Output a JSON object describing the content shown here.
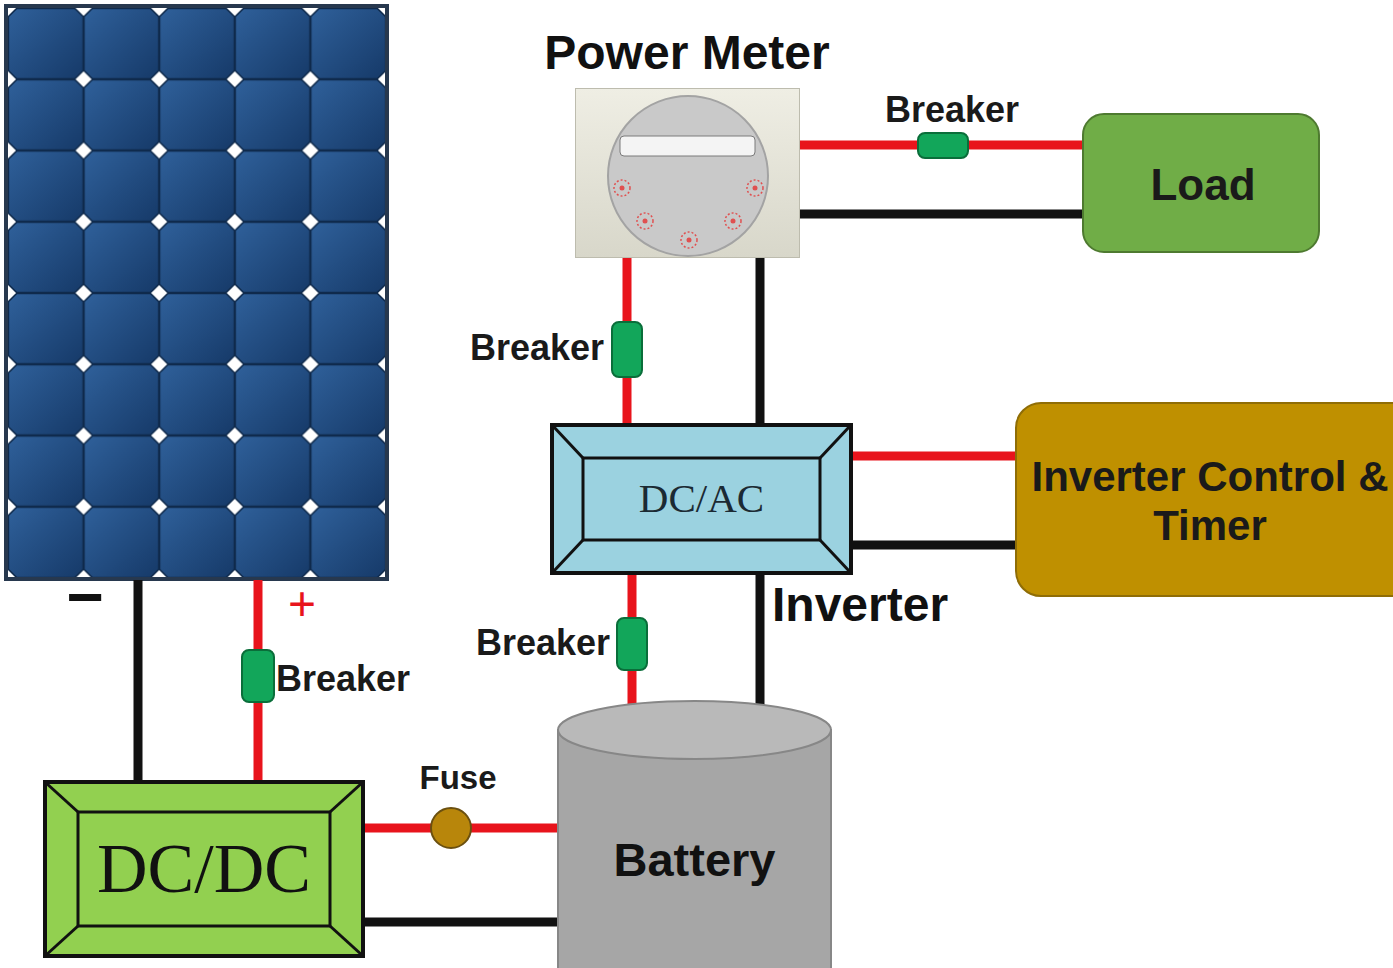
{
  "diagram": {
    "nodes": [
      {
        "text": [
          "Power Meter"
        ]
      },
      {
        "text": [
          "Load"
        ]
      },
      {
        "text": [
          "DC/AC",
          "Inverter"
        ]
      },
      {
        "text": [
          "Inverter Control & Timer"
        ]
      },
      {
        "text": [
          "Battery"
        ]
      },
      {
        "text": [
          "DC/DC"
        ]
      }
    ],
    "edges": [
      {
        "from": 0,
        "to": 1,
        "arrow": "none",
        "label": "Breaker"
      },
      {
        "from": 0,
        "to": 1,
        "arrow": "none"
      },
      {
        "from": 2,
        "to": 0,
        "arrow": "none",
        "label": "Breaker"
      },
      {
        "from": 2,
        "to": 0,
        "arrow": "none"
      },
      {
        "from": 2,
        "to": 3,
        "arrow": "none"
      },
      {
        "from": 2,
        "to": 3,
        "arrow": "none"
      },
      {
        "from": 4,
        "to": 2,
        "arrow": "none",
        "label": "Breaker"
      },
      {
        "from": 4,
        "to": 2,
        "arrow": "none"
      },
      {
        "from": 5,
        "to": 4,
        "arrow": "none",
        "label": "Fuse"
      },
      {
        "from": 5,
        "to": 4,
        "arrow": "none"
      }
    ],
    "labels": [
      "−",
      "+",
      "Breaker"
    ]
  }
}
